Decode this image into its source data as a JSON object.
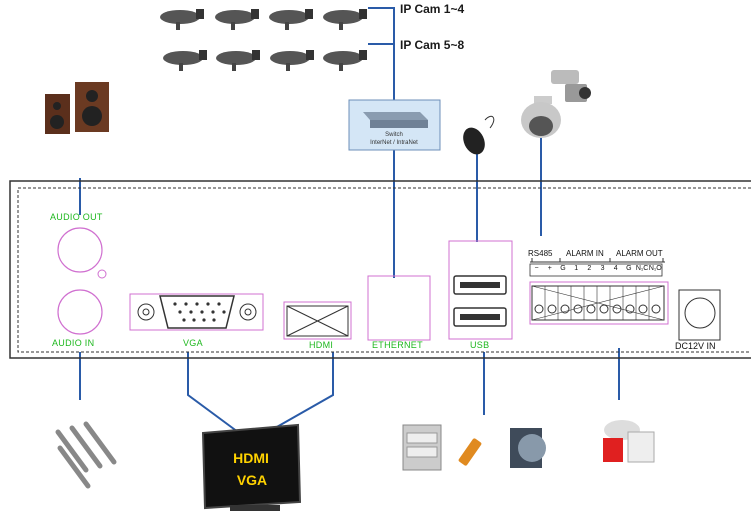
{
  "labels": {
    "ip_cam_1": "IP Cam 1~4",
    "ip_cam_2": "IP Cam 5~8",
    "switch_line1": "Switch",
    "switch_line2": "InterNet / IntraNet",
    "audio_out": "AUDIO  OUT",
    "audio_in": "AUDIO  IN",
    "vga": "VGA",
    "hdmi": "HDMI",
    "ethernet": "ETHERNET",
    "usb": "USB",
    "rs485": "RS485",
    "alarm_in": "ALARM IN",
    "alarm_out": "ALARM  OUT",
    "dc": "DC12V  IN",
    "tv_line1": "HDMI",
    "tv_line2": "VGA"
  },
  "terminal_pins": [
    "−",
    "+",
    "G",
    "1",
    "2",
    "3",
    "4",
    "G",
    "N₁C",
    "N₁O"
  ],
  "colors": {
    "line": "#2a5ba8",
    "port_outline": "#d070d0",
    "port_label": "#1eb81e",
    "panel": "#333333"
  },
  "icons": {
    "cameras": "bullet-camera-icon",
    "switch": "network-switch-icon",
    "mouse": "mouse-icon",
    "ptz": "ptz-dome-camera-icon",
    "speakers": "speaker-icon",
    "microphones": "microphone-icon",
    "monitor": "monitor-icon",
    "storage": "storage-icon",
    "alarm": "alarm-siren-icon"
  }
}
